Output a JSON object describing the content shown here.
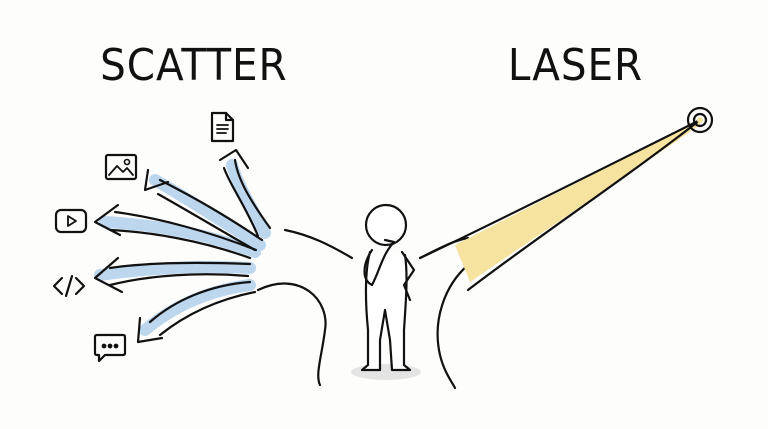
{
  "titles": {
    "left": "SCATTER",
    "right": "LASER"
  },
  "scatter": {
    "icons": [
      "document-icon",
      "image-icon",
      "video-play-icon",
      "code-icon",
      "chat-bubble-icon"
    ],
    "arrow_count": 5,
    "arrow_color": "#b9d4ee"
  },
  "laser": {
    "beam_color": "#f7e3a0",
    "target": "target-icon"
  },
  "figure": {
    "pose": "thinking-person"
  }
}
